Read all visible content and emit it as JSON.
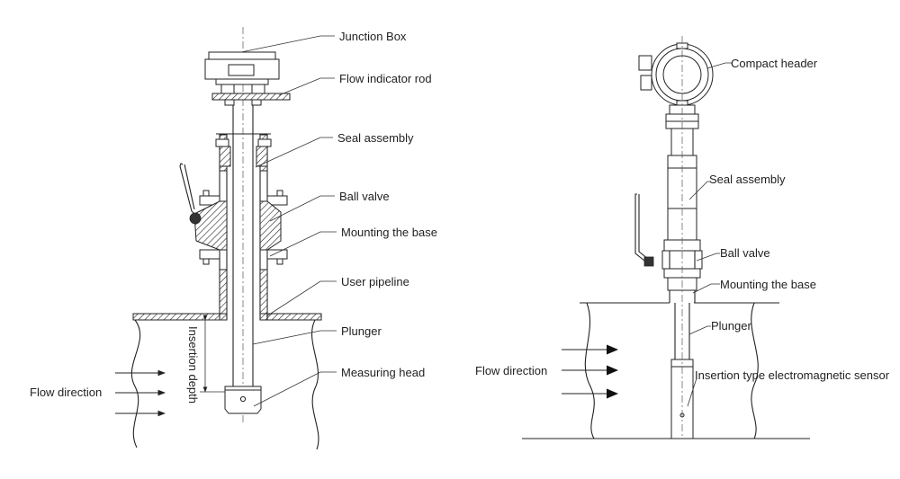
{
  "left_diagram": {
    "labels": {
      "junction_box": "Junction Box",
      "flow_indicator_rod": "Flow indicator rod",
      "seal_assembly": "Seal assembly",
      "ball_valve": "Ball valve",
      "mounting_base": "Mounting the base",
      "user_pipeline": "User pipeline",
      "plunger": "Plunger",
      "measuring_head": "Measuring head",
      "flow_direction": "Flow direction",
      "insertion_depth": "Insertion depth"
    }
  },
  "right_diagram": {
    "labels": {
      "compact_header": "Compact header",
      "seal_assembly": "Seal assembly",
      "ball_valve": "Ball valve",
      "mounting_base": "Mounting the base",
      "plunger": "Plunger",
      "sensor": "Insertion type electromagnetic sensor",
      "flow_direction": "Flow direction"
    }
  }
}
